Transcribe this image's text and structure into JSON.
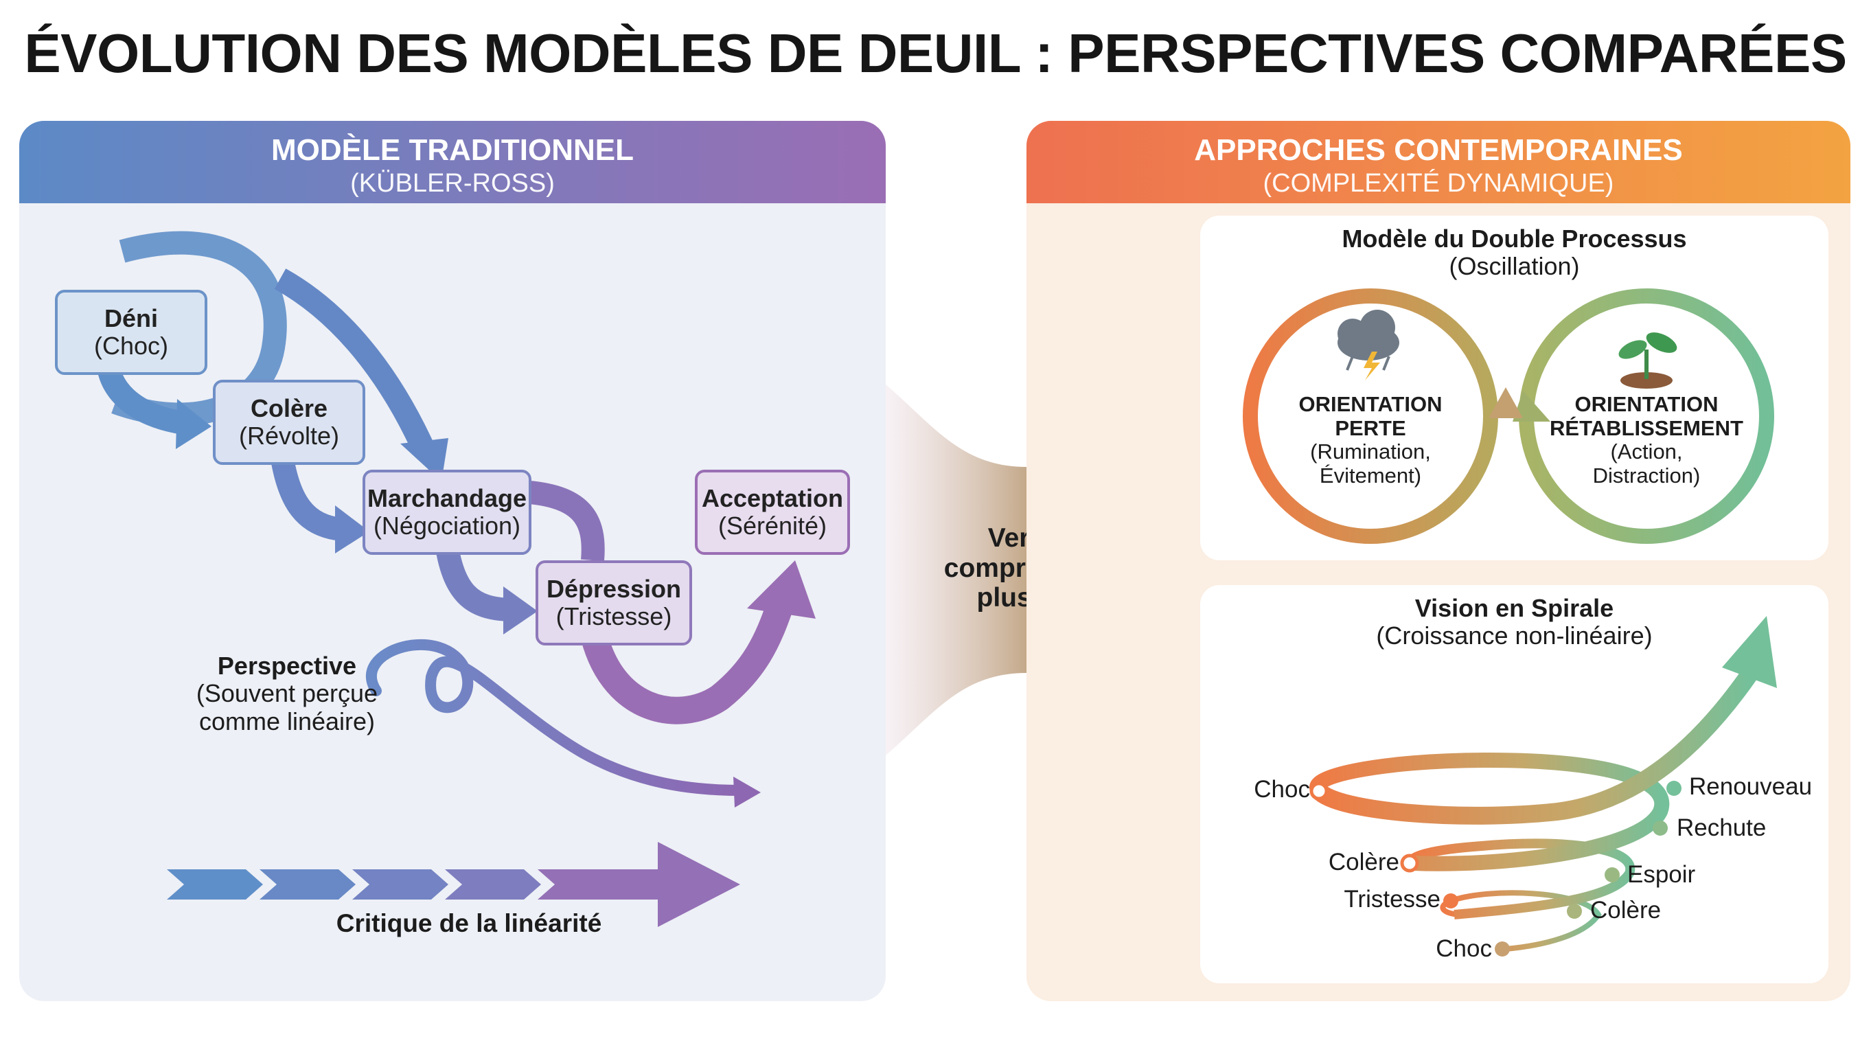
{
  "title": "ÉVOLUTION DES MODÈLES DE DEUIL : PERSPECTIVES COMPARÉES",
  "left_panel": {
    "header": "MODÈLE TRADITIONNEL",
    "subheader": "(KÜBLER-ROSS)",
    "stages": [
      {
        "name": "Déni",
        "detail": "(Choc)"
      },
      {
        "name": "Colère",
        "detail": "(Révolte)"
      },
      {
        "name": "Marchandage",
        "detail": "(Négociation)"
      },
      {
        "name": "Dépression",
        "detail": "(Tristesse)"
      },
      {
        "name": "Acceptation",
        "detail": "(Sérénité)"
      }
    ],
    "perspective": {
      "title": "Perspective",
      "line1": "(Souvent perçue",
      "line2": "comme linéaire)"
    },
    "critique": "Critique de la linéarité"
  },
  "center_arrow": {
    "line1": "Vers une",
    "line2": "compréhension",
    "line3": "plus fluide"
  },
  "right_panel": {
    "header": "APPROCHES CONTEMPORAINES",
    "subheader": "(COMPLEXITÉ DYNAMIQUE)",
    "double_process": {
      "title": "Modèle du Double Processus",
      "subtitle": "(Oscillation)",
      "loss": {
        "title1": "ORIENTATION",
        "title2": "PERTE",
        "detail1": "(Rumination,",
        "detail2": "Évitement)",
        "icon": "storm-cloud-icon"
      },
      "restoration": {
        "title1": "ORIENTATION",
        "title2": "RÉTABLISSEMENT",
        "detail1": "(Action,",
        "detail2": "Distraction)",
        "icon": "sprout-icon"
      }
    },
    "spiral": {
      "title": "Vision en Spirale",
      "subtitle": "(Croissance non-linéaire)",
      "labels": {
        "choc_top": "Choc",
        "renouveau": "Renouveau",
        "rechute": "Rechute",
        "colere_left": "Colère",
        "espoir": "Espoir",
        "tristesse": "Tristesse",
        "colere_right": "Colère",
        "choc_bottom": "Choc"
      }
    }
  },
  "colors": {
    "blue": "#5f8fc9",
    "purple": "#9a6eb4",
    "orange": "#ef7a45",
    "green": "#74c09a"
  }
}
